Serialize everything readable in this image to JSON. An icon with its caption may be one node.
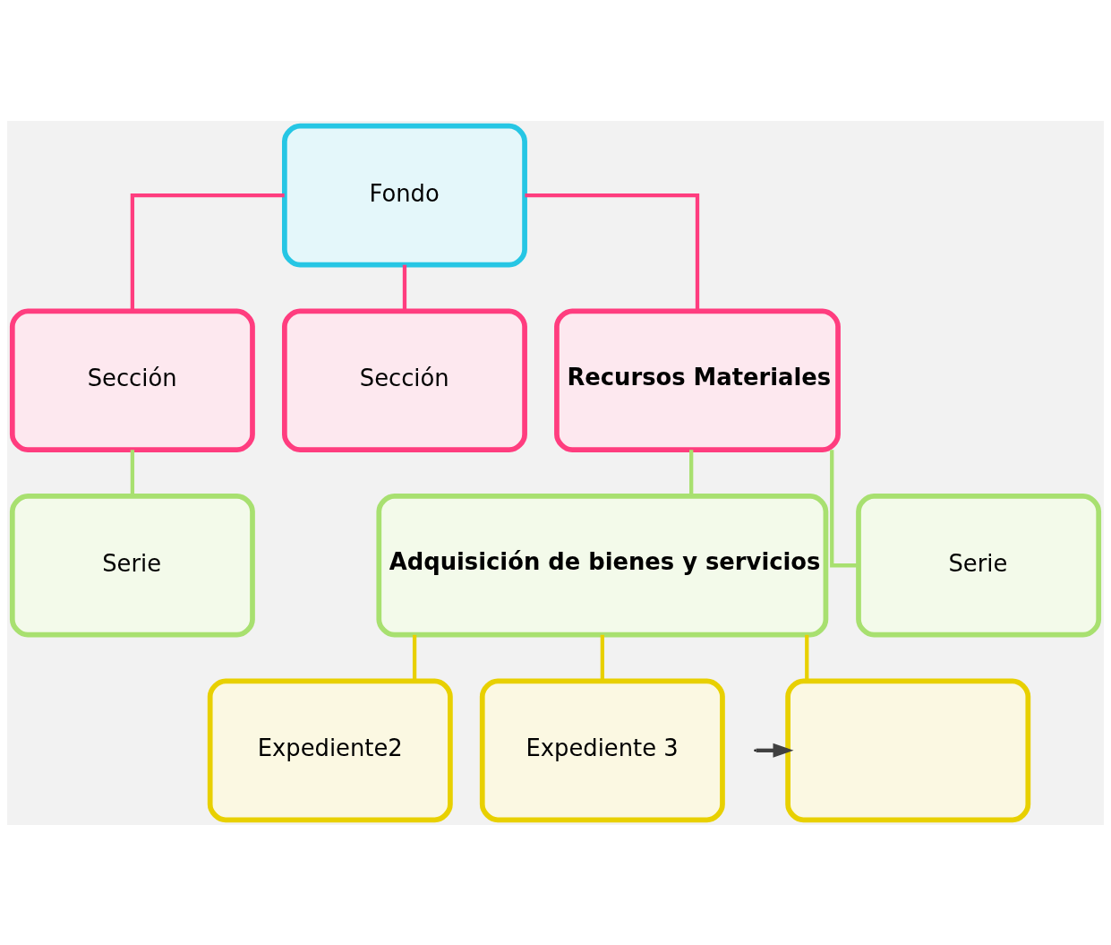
{
  "diagram": {
    "nodes": [
      {
        "text": [
          "Fondo"
        ]
      },
      {
        "text": [
          "Sección"
        ]
      },
      {
        "text": [
          "Sección"
        ]
      },
      {
        "text": [
          "Recursos Materiales"
        ]
      },
      {
        "text": [
          "Serie"
        ]
      },
      {
        "text": [
          "Adquisición de bienes y servicios"
        ]
      },
      {
        "text": [
          "Serie"
        ]
      },
      {
        "text": [],
        "shape": "box"
      },
      {
        "text": [
          "Expediente2"
        ]
      },
      {
        "text": [
          "Expediente 3"
        ]
      }
    ],
    "edges": [
      {
        "from": 0,
        "to": 1,
        "arrow": "none",
        "color": "#ff3d7f"
      },
      {
        "from": 0,
        "to": 2,
        "arrow": "none",
        "color": "#ff3d7f"
      },
      {
        "from": 0,
        "to": 3,
        "arrow": "none",
        "color": "#ff3d7f"
      },
      {
        "from": 1,
        "to": 4,
        "arrow": "none",
        "color": "#a8e070"
      },
      {
        "from": 3,
        "to": 5,
        "arrow": "none",
        "color": "#a8e070"
      },
      {
        "from": 3,
        "to": 6,
        "arrow": "none",
        "color": "#a8e070"
      },
      {
        "from": 5,
        "to": 7,
        "arrow": "none",
        "color": "#e8d000"
      },
      {
        "from": 5,
        "to": 8,
        "arrow": "none",
        "color": "#e8d000"
      },
      {
        "from": 5,
        "to": 9,
        "arrow": "none",
        "color": "#e8d000"
      },
      {
        "from": null,
        "to": 7,
        "arrow": "to",
        "color": "#404040"
      }
    ]
  }
}
